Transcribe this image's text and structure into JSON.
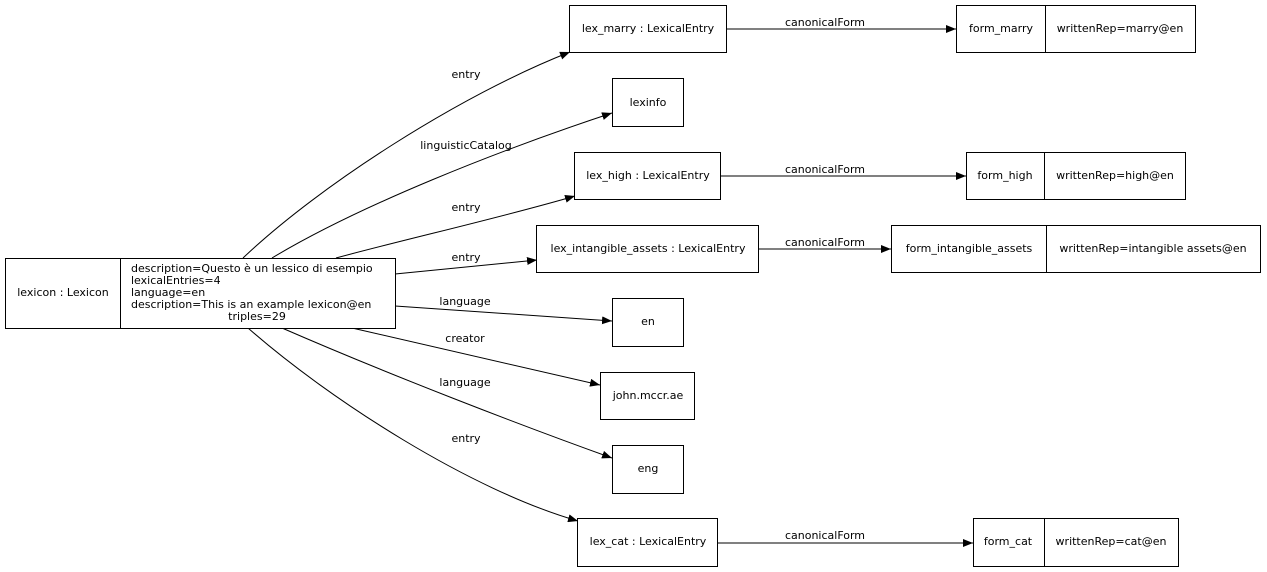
{
  "diagram": {
    "nodes": {
      "lexicon": {
        "name": "lexicon : Lexicon",
        "lines": [
          "description=Questo è un lessico di esempio",
          "lexicalEntries=4",
          "language=en",
          "description=This is an example lexicon@en",
          "triples=29"
        ]
      },
      "lex_marry": {
        "name": "lex_marry : LexicalEntry"
      },
      "lexinfo": {
        "name": "lexinfo"
      },
      "lex_high": {
        "name": "lex_high : LexicalEntry"
      },
      "lex_intangible_assets": {
        "name": "lex_intangible_assets : LexicalEntry"
      },
      "en": {
        "name": "en"
      },
      "john": {
        "name": "john.mccr.ae"
      },
      "eng": {
        "name": "eng"
      },
      "lex_cat": {
        "name": "lex_cat : LexicalEntry"
      },
      "form_marry": {
        "name": "form_marry",
        "attr": "writtenRep=marry@en"
      },
      "form_high": {
        "name": "form_high",
        "attr": "writtenRep=high@en"
      },
      "form_intangible_assets": {
        "name": "form_intangible_assets",
        "attr": "writtenRep=intangible assets@en"
      },
      "form_cat": {
        "name": "form_cat",
        "attr": "writtenRep=cat@en"
      }
    },
    "edges": {
      "lexicon_lex_marry": "entry",
      "lexicon_lexinfo": "linguisticCatalog",
      "lexicon_lex_high": "entry",
      "lexicon_lex_intangible_assets": "entry",
      "lexicon_en": "language",
      "lexicon_john": "creator",
      "lexicon_eng": "language",
      "lexicon_lex_cat": "entry",
      "lex_marry_form": "canonicalForm",
      "lex_high_form": "canonicalForm",
      "lex_intangible_assets_form": "canonicalForm",
      "lex_cat_form": "canonicalForm"
    }
  }
}
